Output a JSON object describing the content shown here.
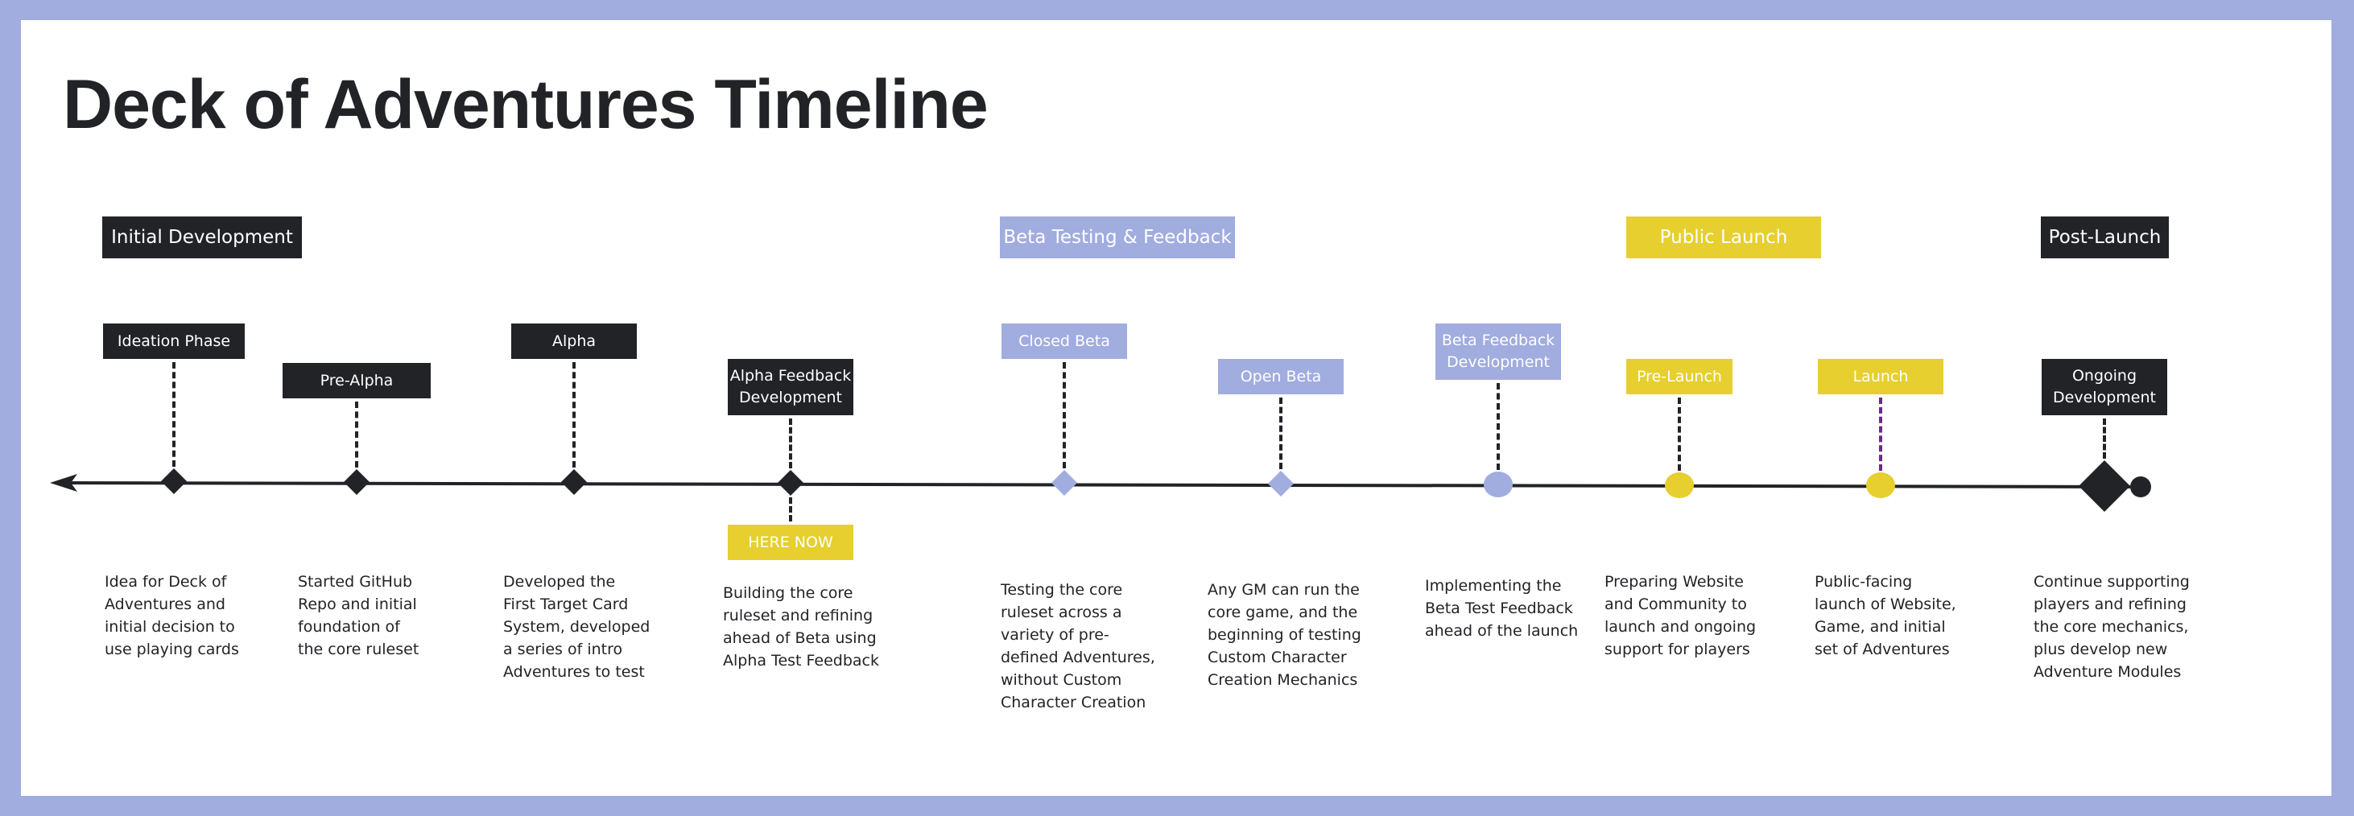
{
  "title": "Deck of Adventures Timeline",
  "colors": {
    "frame": "#a1acdf",
    "dark": "#222327",
    "blue": "#a1acdf",
    "yellow": "#e6cf2f",
    "purple": "#6a2a85"
  },
  "phases": [
    {
      "label": "Initial Development",
      "color": "dark"
    },
    {
      "label": "Beta Testing & Feedback",
      "color": "blue"
    },
    {
      "label": "Public Launch",
      "color": "yellow"
    },
    {
      "label": "Post-Launch",
      "color": "dark"
    }
  ],
  "milestones": [
    {
      "label": "Ideation Phase",
      "color": "dark",
      "marker": "diamond",
      "description": "Idea for Deck of\nAdventures and\ninitial decision to\nuse playing cards"
    },
    {
      "label": "Pre-Alpha",
      "color": "dark",
      "marker": "diamond",
      "description": "Started GitHub\nRepo and initial\nfoundation of\nthe core ruleset"
    },
    {
      "label": "Alpha",
      "color": "dark",
      "marker": "diamond",
      "description": "Developed the\nFirst Target Card\nSystem, developed\na series of intro\nAdventures to test"
    },
    {
      "label": "Alpha Feedback\nDevelopment",
      "color": "dark",
      "marker": "diamond",
      "badge": "HERE NOW",
      "description": "Building the core\nruleset and refining\nahead of Beta using\nAlpha Test Feedback"
    },
    {
      "label": "Closed Beta",
      "color": "blue",
      "marker": "diamond",
      "description": "Testing the core\nruleset across a\nvariety of pre-\ndefined Adventures,\nwithout Custom\nCharacter Creation"
    },
    {
      "label": "Open Beta",
      "color": "blue",
      "marker": "diamond",
      "description": "Any GM can run the\ncore game, and the\nbeginning of testing\nCustom Character\nCreation Mechanics"
    },
    {
      "label": "Beta Feedback\nDevelopment",
      "color": "blue",
      "marker": "circle",
      "description": "Implementing the\nBeta Test Feedback\nahead of the launch"
    },
    {
      "label": "Pre-Launch",
      "color": "yellow",
      "marker": "circle",
      "description": "Preparing Website\nand Community to\nlaunch and ongoing\nsupport for players"
    },
    {
      "label": "Launch",
      "color": "yellow",
      "marker": "circle",
      "description": "Public-facing\nlaunch of Website,\nGame, and initial\nset of Adventures"
    },
    {
      "label": "Ongoing\nDevelopment",
      "color": "dark",
      "marker": "big-diamond",
      "description": "Continue supporting\nplayers and refining\nthe core mechanics,\nplus develop new\nAdventure Modules"
    }
  ]
}
